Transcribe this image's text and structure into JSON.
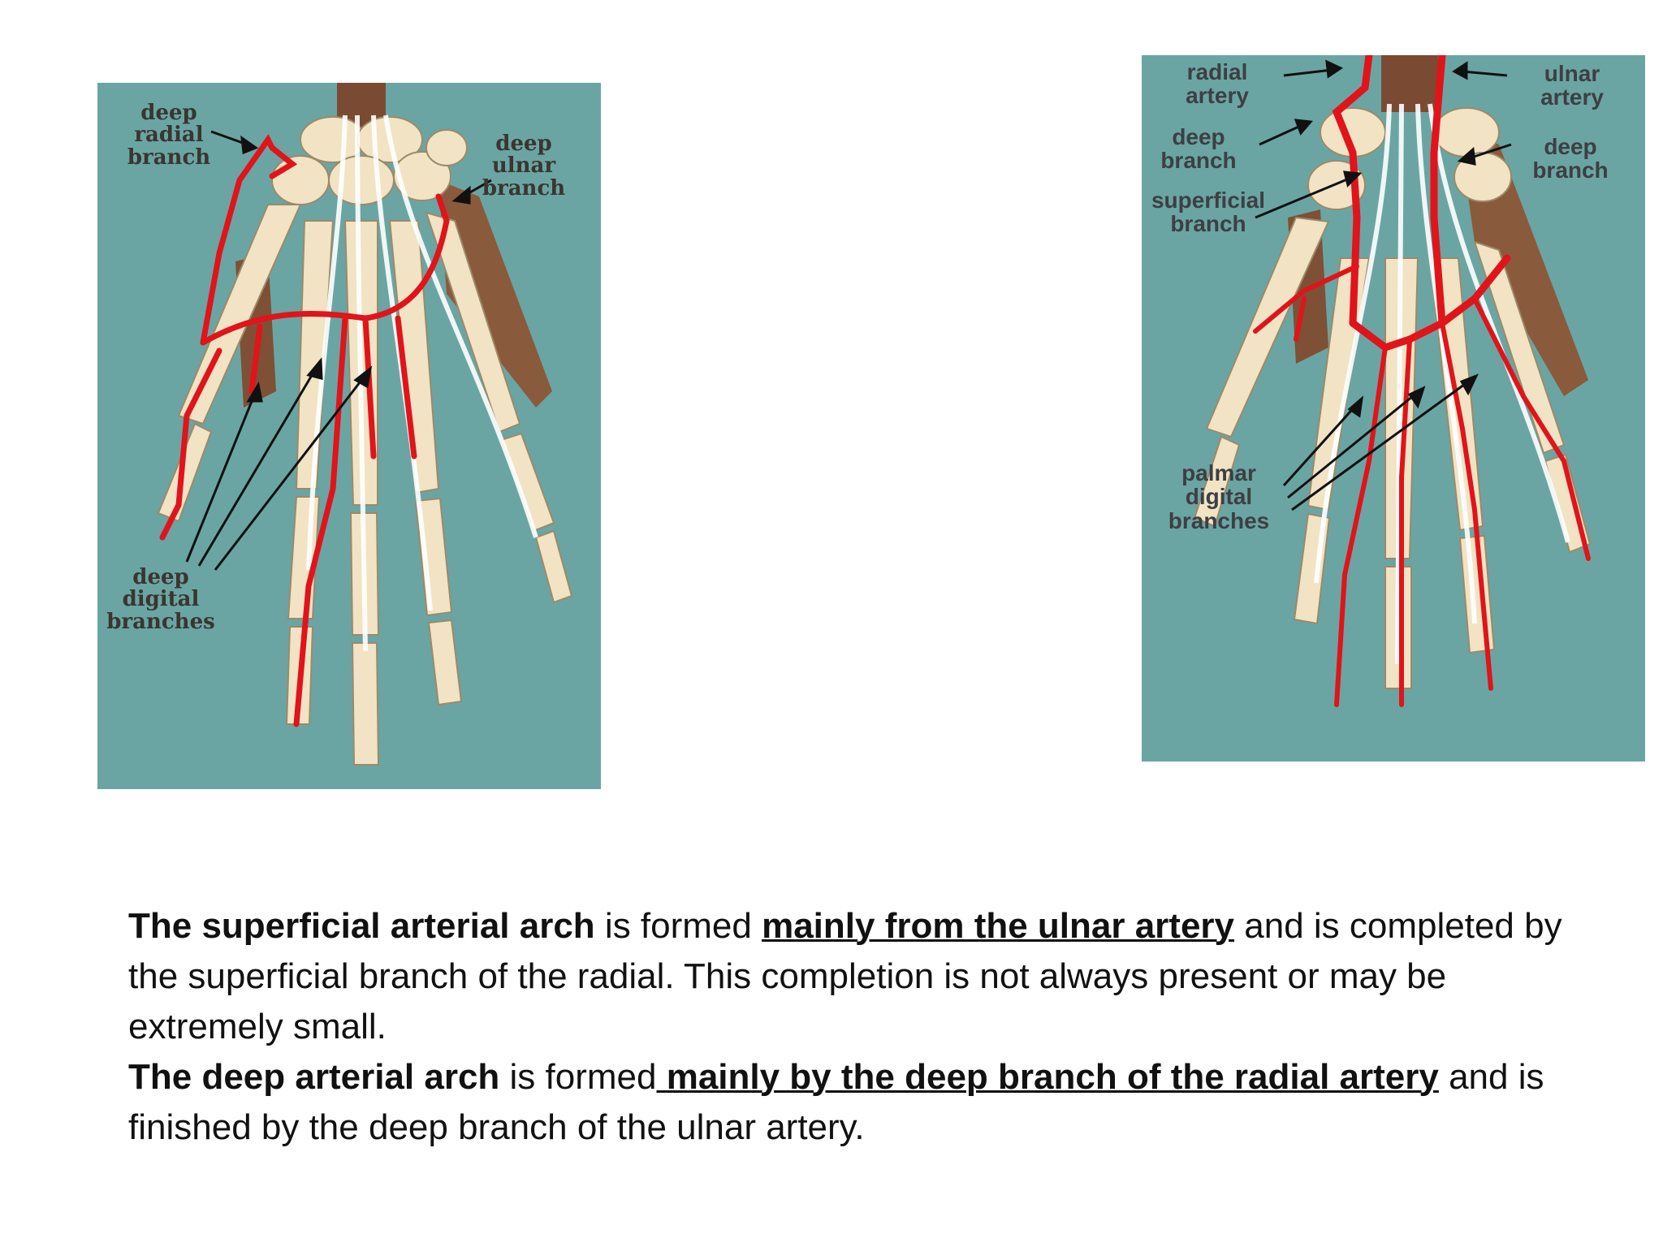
{
  "left_figure": {
    "labels": {
      "deep_radial_branch": [
        "deep",
        "radial",
        "branch"
      ],
      "deep_ulnar_branch": [
        "deep",
        "ulnar",
        "branch"
      ],
      "deep_digital_branches": [
        "deep",
        "digital",
        "branches"
      ]
    }
  },
  "right_figure": {
    "labels": {
      "radial_artery": [
        "radial",
        "artery"
      ],
      "ulnar_artery": [
        "ulnar",
        "artery"
      ],
      "deep_branch_left": [
        "deep",
        "branch"
      ],
      "deep_branch_right": [
        "deep",
        "branch"
      ],
      "superficial_branch": [
        "superficial",
        "branch"
      ],
      "palmar_digital_branches": [
        "palmar",
        "digital",
        "branches"
      ]
    }
  },
  "caption": {
    "para1": {
      "bold": "The superficial arterial arch",
      "t1": " is formed ",
      "emph": "mainly from the ulnar artery",
      "t2": " and is completed by the superficial branch of the radial. This completion is not always present or may be extremely small."
    },
    "para2": {
      "bold": "The deep arterial arch",
      "t1": " is formed",
      "emph": " mainly by the deep branch of the radial artery",
      "t2": " and is finished by the deep branch of the ulnar artery."
    }
  },
  "colors": {
    "panel_bg": "#6aa5a3",
    "bone": "#f1e3c4",
    "artery": "#e0141a",
    "muscle": "#8a5a3c",
    "tendon": "#ffffff"
  }
}
